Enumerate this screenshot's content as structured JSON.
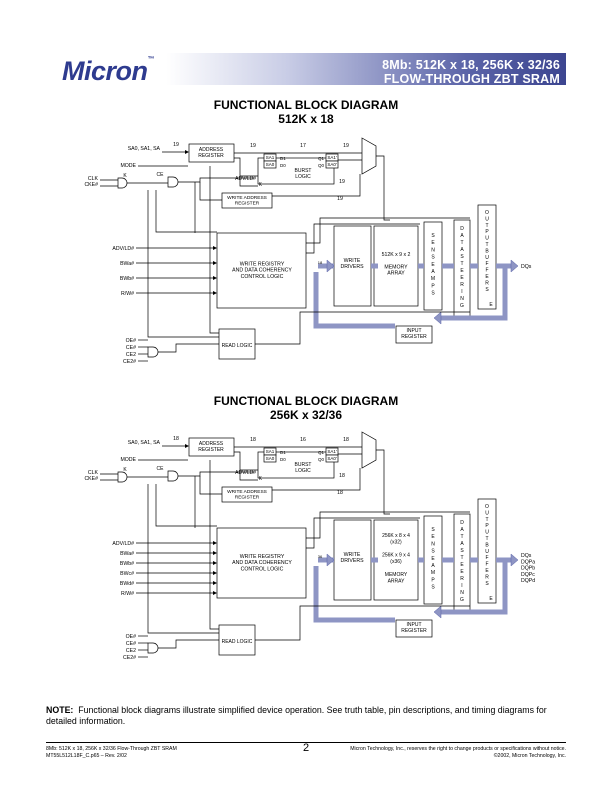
{
  "header": {
    "logo_text": "Micron",
    "logo_mark": "™",
    "title_line1": "8Mb: 512K x 18, 256K x 32/36",
    "title_line2": "FLOW-THROUGH ZBT SRAM",
    "band_color": "#3c4590"
  },
  "diagram1": {
    "title": "FUNCTIONAL BLOCK DIAGRAM",
    "subtitle": "512K x 18",
    "pins_addr": "SA0, SA1, SA",
    "pin_mode": "MODE",
    "pin_clk": "CLK",
    "pin_cke": "CKE#",
    "pin_k": "K",
    "pin_ce": "CE",
    "bus_addr": "19",
    "bus_mid": "19",
    "bus_17": "17",
    "bus_19b": "19",
    "bus_19c": "19",
    "bus_19d": "19",
    "addr_reg": [
      "ADDRESS",
      "REGISTER"
    ],
    "sa1_label": "SA1",
    "sa0_label": "SA0",
    "d1_label": "D1",
    "d0_label": "D0",
    "q1_label": "Q1",
    "q0_label": "Q0",
    "sa1p": "SA1'",
    "sa0p": "SA0'",
    "burst": [
      "BURST",
      "LOGIC"
    ],
    "adv_label": "ADV/LD#",
    "k_label2": "K",
    "wa_reg": [
      "WRITE ADDRESS",
      "REGISTER"
    ],
    "ctl_pins": [
      "ADV/LD#",
      "BWa#",
      "BWb#",
      "R/W#"
    ],
    "wr_reg": [
      "WRITE REGISTRY",
      "AND DATA COHERENCY",
      "CONTROL LOGIC"
    ],
    "write_drivers": [
      "WRITE",
      "DRIVERS"
    ],
    "mem": [
      "512K x 9 x 2",
      "",
      "MEMORY",
      "ARRAY"
    ],
    "sense": "SENSE AMPS",
    "steer": "DATA STEERING",
    "outbuf": "OUTPUT BUFFERS",
    "outbuf_e": "E",
    "dq": "DQs",
    "input_reg": [
      "INPUT",
      "REGISTER"
    ],
    "read_logic": "READ LOGIC",
    "oe_pins": [
      "OE#",
      "CE#",
      "CE2",
      "CE2#"
    ],
    "bus_18": "18"
  },
  "diagram2": {
    "title": "FUNCTIONAL BLOCK DIAGRAM",
    "subtitle": "256K x 32/36",
    "pins_addr": "SA0, SA1, SA",
    "pin_mode": "MODE",
    "pin_clk": "CLK",
    "pin_cke": "CKE#",
    "pin_k": "K",
    "pin_ce": "CE",
    "bus_addr": "18",
    "bus_mid": "18",
    "bus_16": "16",
    "bus_18b": "18",
    "bus_18c": "18",
    "bus_18d": "18",
    "addr_reg": [
      "ADDRESS",
      "REGISTER"
    ],
    "sa1_label": "SA1",
    "sa0_label": "SA0",
    "d1_label": "D1",
    "d0_label": "D0",
    "q1_label": "Q1",
    "q0_label": "Q0",
    "sa1p": "SA1'",
    "sa0p": "SA0'",
    "burst": [
      "BURST",
      "LOGIC"
    ],
    "adv_label": "ADV/LD#",
    "k_label2": "K",
    "wa_reg": [
      "WRITE ADDRESS",
      "REGISTER"
    ],
    "ctl_pins": [
      "ADV/LD#",
      "BWa#",
      "BWb#",
      "BWc#",
      "BWd#",
      "R/W#"
    ],
    "wr_reg": [
      "WRITE REGISTRY",
      "AND DATA COHERENCY",
      "CONTROL LOGIC"
    ],
    "write_drivers": [
      "WRITE",
      "DRIVERS"
    ],
    "mem": [
      "256K x 8 x 4",
      "(x32)",
      "",
      "256K x 9 x 4",
      "(x36)",
      "",
      "MEMORY",
      "ARRAY"
    ],
    "sense": "SENSE AMPS",
    "steer": "DATA STEERING",
    "outbuf": "OUTPUT BUFFERS",
    "outbuf_e": "E",
    "dq": [
      "DQs",
      "DQPa",
      "DQPb",
      "DQPc",
      "DQPd"
    ],
    "input_reg": [
      "INPUT",
      "REGISTER"
    ],
    "read_logic": "READ LOGIC",
    "oe_pins": [
      "OE#",
      "CE#",
      "CE2",
      "CE2#"
    ],
    "bus_36": "36"
  },
  "note": {
    "label": "NOTE:",
    "text": "Functional block diagrams illustrate simplified device operation. See truth table, pin descriptions, and timing diagrams for detailed information."
  },
  "footer": {
    "left_line1": "8Mb: 512K x 18, 256K x 32/36 Flow-Through ZBT SRAM",
    "left_line2": "MT55L512L18F_C.p65 – Rev. 2/02",
    "page": "2",
    "right_line1": "Micron Technology, Inc., reserves the right to change products or specifications without notice.",
    "right_line2": "©2002, Micron Technology, Inc."
  }
}
